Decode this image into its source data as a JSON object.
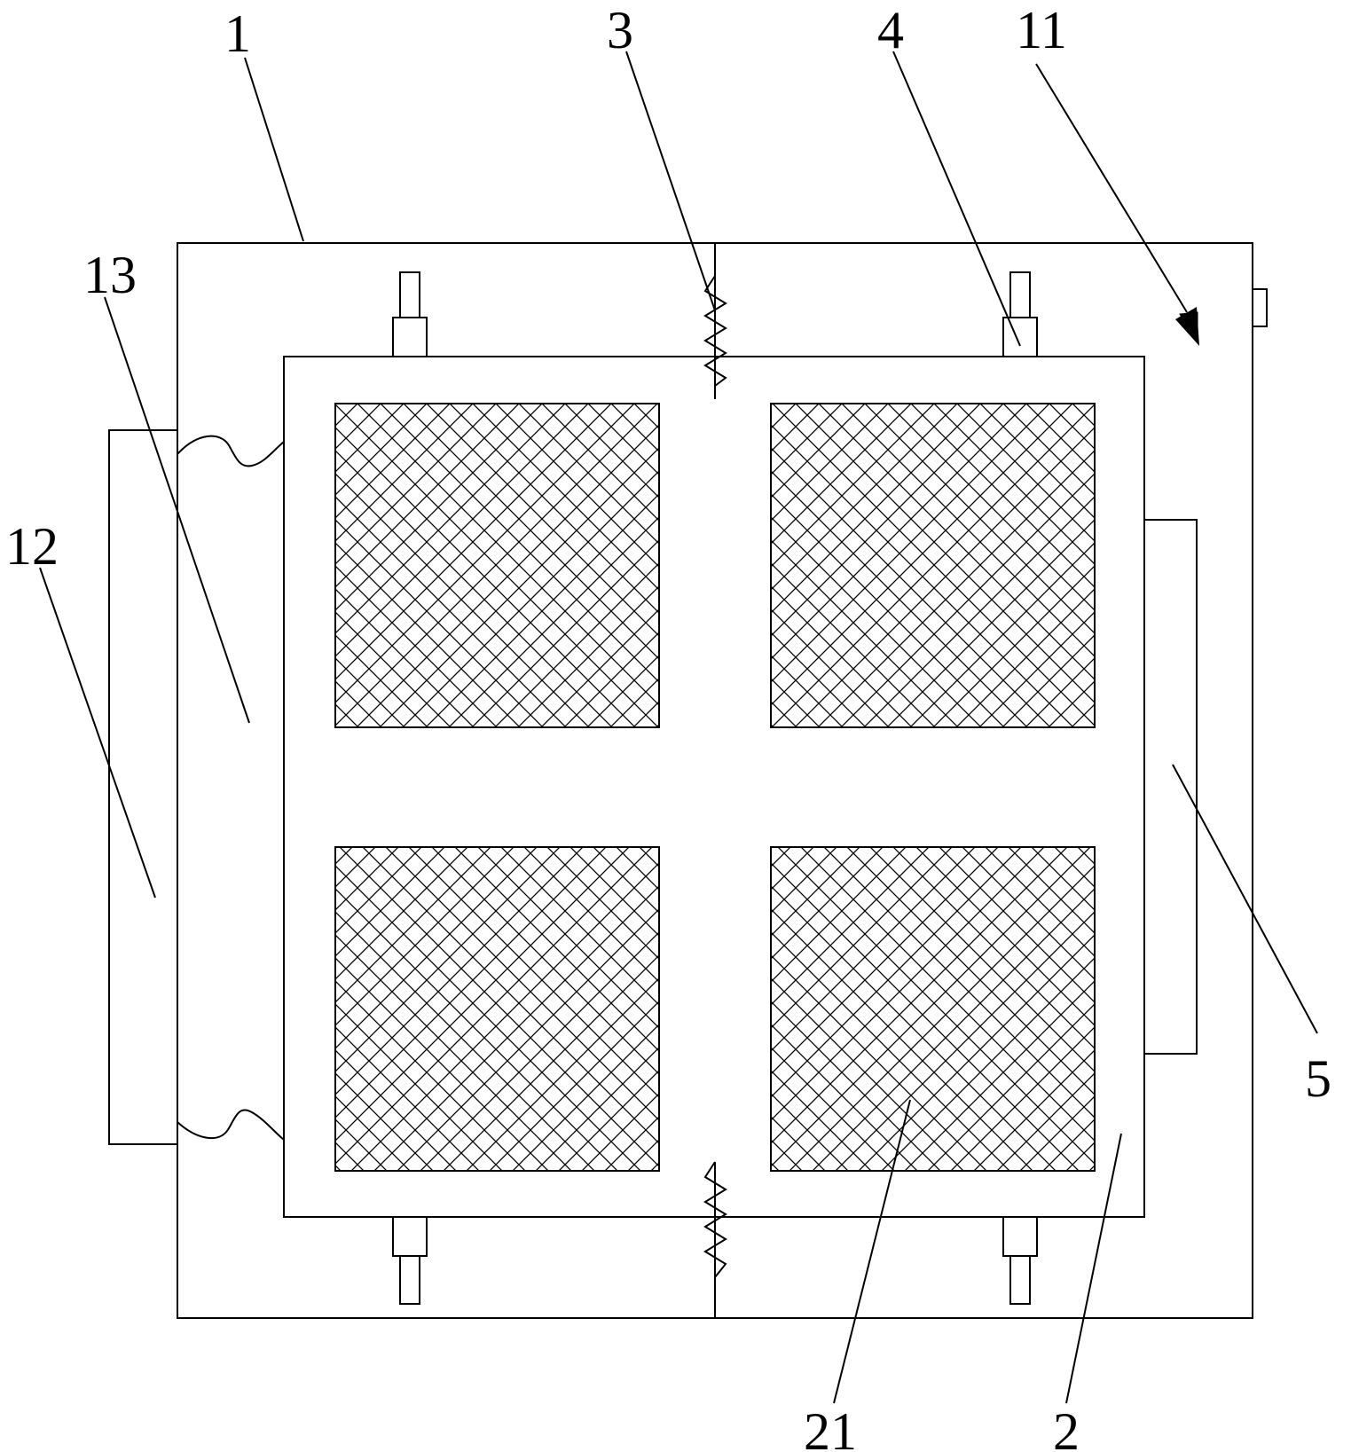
{
  "labels": {
    "l1": "1",
    "l3": "3",
    "l4": "4",
    "l11": "11",
    "l13": "13",
    "l12": "12",
    "l5": "5",
    "l21": "21",
    "l2": "2"
  },
  "colors": {
    "line": "#000000",
    "background": "#ffffff"
  }
}
